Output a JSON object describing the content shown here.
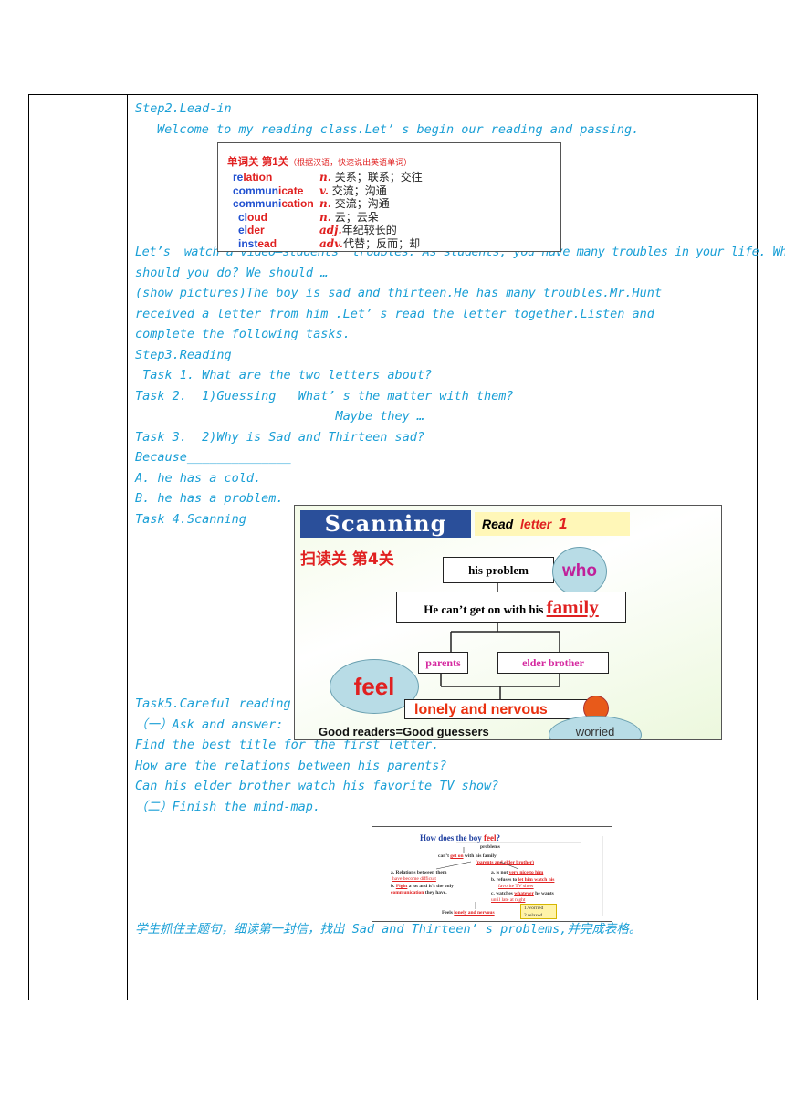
{
  "lines": [
    "Step2.Lead-in",
    "Welcome to my reading class.Let’ s begin our reading and passing.",
    "Let’s  watch a video—students’ troubles. As students, you have many troubles in your life. What",
    "should you do? We should …",
    "(show pictures)The boy is sad and thirteen.He has many troubles.Mr.Hunt",
    "received a letter from him .Let’ s read the letter together.Listen and",
    "complete the following tasks.",
    "Step3.Reading",
    " Task 1. What are the two letters about?",
    "Task 2.  1)Guessing   What’ s the matter with them?",
    "                           Maybe they …",
    "Task 3.  2)Why is Sad and Thirteen sad?",
    "Because______________",
    "A. he has a cold.",
    "B. he has a problem.",
    "Task 4.Scanning",
    "Task5.Careful reading",
    "（一）Ask and answer:",
    "Find the best title for the first letter.",
    "How are the relations between his parents?",
    "Can his elder brother watch his favorite TV show?",
    "（二）Finish the mind-map.",
    "学生抓住主题句，细读第一封信，找出 Sad and Thirteen’ s problems,并完成表格。"
  ],
  "vocab": {
    "head": "单词关 第1关",
    "note": "（根据汉语，快速说出英语单词）",
    "rows": [
      {
        "a": "re",
        "b": "lation",
        "pos": "n.",
        "meaning": "关系；联系；交往"
      },
      {
        "a": "commun",
        "b": "icate",
        "pos": "v.",
        "meaning": "交流；沟通"
      },
      {
        "a": "communi",
        "b": "cation",
        "pos": "n.",
        "meaning": "交流；沟通"
      },
      {
        "a": "cl",
        "b": "oud",
        "pos": "n.",
        "meaning": "云；云朵"
      },
      {
        "a": "el",
        "b": "der",
        "pos": "adj.",
        "meaning": "年纪较长的"
      },
      {
        "a": "inst",
        "b": "ead",
        "pos": "adv.",
        "meaning": "代替；反而；却"
      }
    ]
  },
  "scan": {
    "title": "Scanning",
    "read": "Read",
    "letter": "letter",
    "num": "1",
    "level": "扫读关 第4关",
    "his_problem": "his  problem",
    "who": "who",
    "cant": "He can’t get on with his",
    "family": "family",
    "parents": "parents",
    "elder": "elder brother",
    "feel": "feel",
    "lonely": "lonely and nervous",
    "good": "Good readers=Good guessers",
    "worried": "worried"
  },
  "mind": {
    "title1": "How does the boy ",
    "title2": "feel",
    "title3": "?",
    "problems": "problems",
    "cant": "can’t",
    "getOn": "get on",
    "with": "with  his family",
    "pe": "(parents and elder brother)",
    "a1": "a. Relations between them",
    "a2": "have become difficult",
    "b1": "b.",
    "fight": "Fight",
    "b2": " a lot and it’s the only",
    "b3": "communication",
    "b4": " they have.",
    "r1": "a. is not ",
    "r1b": "very nice to him",
    "r2": "b. refuses to ",
    "r2b": "let him watch his",
    "r3": "favorite TV show",
    "r4": "c. watches ",
    "r4b": "whatever",
    "r4c": " he wants",
    "r5": "until late at night",
    "feels": "Feels ",
    "ln": "lonely and nervous",
    "w1": "1.worried",
    "w2": "2.relaxed"
  }
}
